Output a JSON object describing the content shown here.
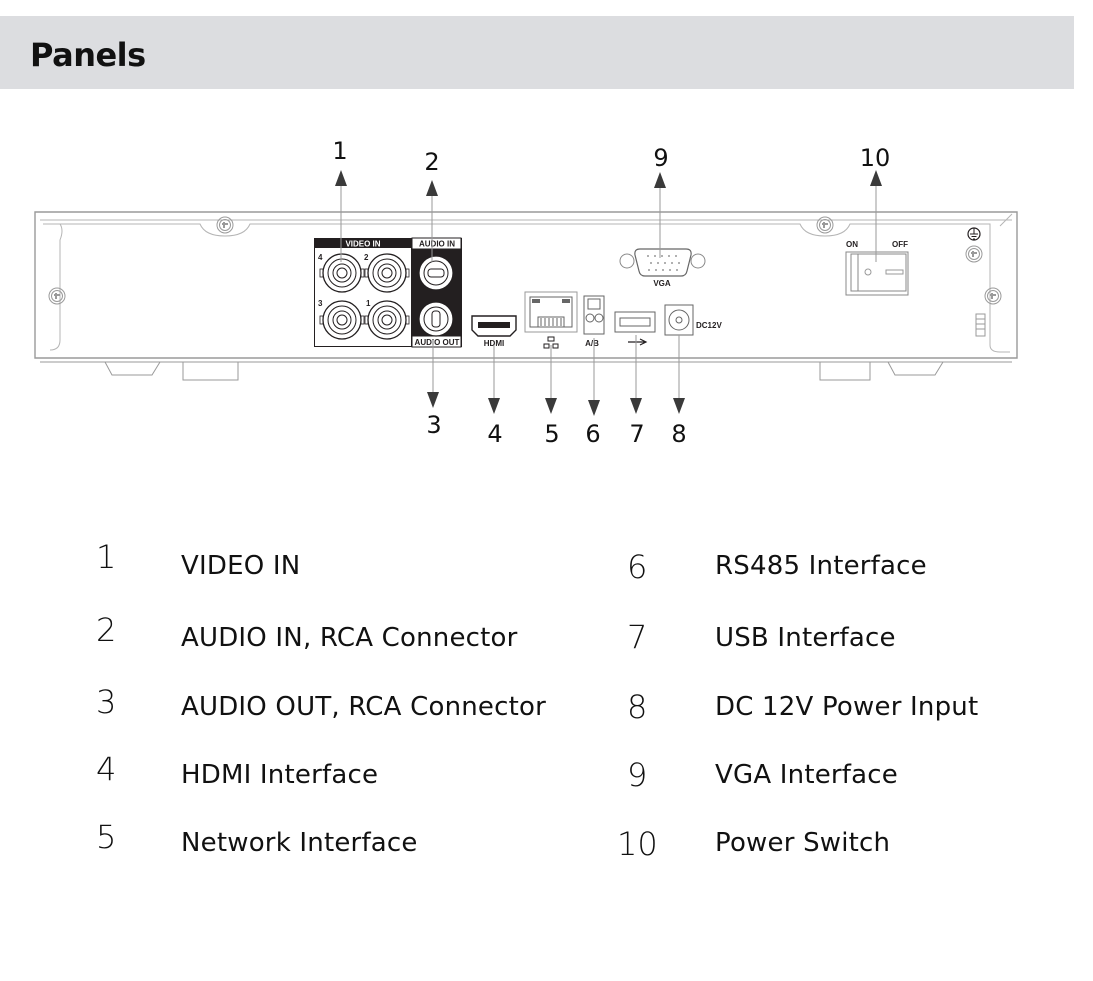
{
  "header": {
    "title": "Panels"
  },
  "diagram": {
    "callouts": [
      "1",
      "2",
      "3",
      "4",
      "5",
      "6",
      "7",
      "8",
      "9",
      "10"
    ],
    "panel_labels": {
      "video_in": "VIDEO IN",
      "audio_in": "AUDIO IN",
      "audio_out": "AUDIO OUT",
      "vga": "VGA",
      "hdmi": "HDMI",
      "rs485": "A/B",
      "dc": "DC12V",
      "on": "ON",
      "off": "OFF",
      "bnc_numbers": [
        "4",
        "2",
        "3",
        "1"
      ]
    },
    "colors": {
      "line": "#9a9a9a",
      "dark": "#231f20",
      "arrow": "#3a3a3a"
    }
  },
  "legend": {
    "left": [
      {
        "num": "1",
        "label": "VIDEO IN"
      },
      {
        "num": "2",
        "label": "AUDIO IN, RCA Connector"
      },
      {
        "num": "3",
        "label": "AUDIO OUT, RCA Connector"
      },
      {
        "num": "4",
        "label": "HDMI Interface"
      },
      {
        "num": "5",
        "label": "Network Interface"
      }
    ],
    "right": [
      {
        "num": "6",
        "label": "RS485 Interface"
      },
      {
        "num": "7",
        "label": "USB Interface"
      },
      {
        "num": "8",
        "label": "DC 12V Power Input"
      },
      {
        "num": "9",
        "label": "VGA Interface"
      },
      {
        "num": "10",
        "label": "Power Switch"
      }
    ]
  }
}
